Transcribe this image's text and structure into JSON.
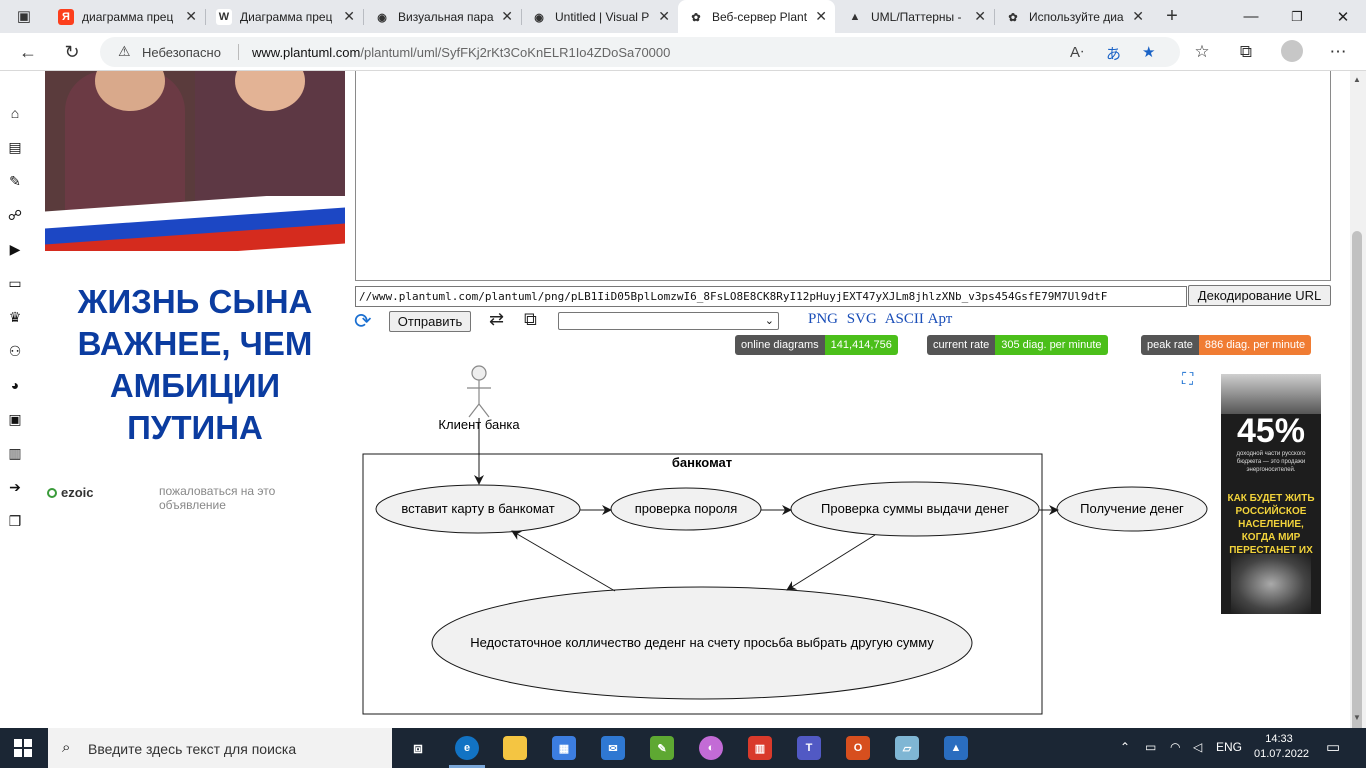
{
  "browser": {
    "tabs": [
      {
        "title": "диаграмма прец",
        "favicon": "yandex-icon",
        "color": "#fc3f1d",
        "glyph": "Я"
      },
      {
        "title": "Диаграмма прец",
        "favicon": "wikipedia-icon",
        "color": "#ffffff",
        "glyph": "W"
      },
      {
        "title": "Визуальная пара",
        "favicon": "visual-paradigm-icon",
        "color": "#e6e8ec",
        "glyph": "◉"
      },
      {
        "title": "Untitled | Visual P",
        "favicon": "visual-paradigm-icon",
        "color": "#e6e8ec",
        "glyph": "◉"
      },
      {
        "title": "Веб-сервер Plant",
        "favicon": "plantuml-icon",
        "color": "#ffffff",
        "glyph": "✿"
      },
      {
        "title": "UML/Паттерны -",
        "favicon": "google-drive-icon",
        "color": "#e6e8ec",
        "glyph": "▲"
      },
      {
        "title": "Используйте диа",
        "favicon": "plantuml-icon",
        "color": "#e6e8ec",
        "glyph": "✿"
      }
    ],
    "security_label": "Небезопасно",
    "url_host": "www.plantuml.com",
    "url_path": "/plantuml/uml/SyfFKj2rKt3CoKnELR1Io4ZDoSa70000"
  },
  "ad_left": {
    "headline": "ЖИЗНЬ СЫНА ВАЖНЕЕ, ЧЕМ АМБИЦИИ ПУТИНА",
    "brand": "ezoic",
    "report_label": "пожаловаться на это объявление",
    "flag_colors": [
      "#ffffff",
      "#1c47c4",
      "#d52b1e"
    ]
  },
  "editor": {
    "image_url": "//www.plantuml.com/plantuml/png/pLB1IiD05BplLomzwI6_8FsLO8E8CK8RyI12pHuyjEXT47yXJLm8jhlzXNb_v3ps454GsfE79M7Ul9dtF",
    "decode_button": "Декодирование URL",
    "submit_button": "Отправить",
    "format_links": [
      "PNG",
      "SVG",
      "ASCII Арт"
    ]
  },
  "stats": [
    {
      "label": "online diagrams",
      "value": "141,414,756",
      "color": "#4bbf1a"
    },
    {
      "label": "current rate",
      "value": "305 diag. per minute",
      "color": "#4bbf1a"
    },
    {
      "label": "peak rate",
      "value": "886 diag. per minute",
      "color": "#f07c33"
    }
  ],
  "diagram": {
    "actor": "Клиент банка",
    "system": "банкомат",
    "use_cases": {
      "insert_card": "вставит карту в банкомат",
      "check_password": "проверка пороля",
      "check_amount": "Проверка суммы выдачи денег",
      "receive_money": "Получение денег",
      "insufficient": "Недостаточное колличество деденг на счету просьба выбрать другую сумму"
    }
  },
  "ad_right": {
    "percent": "45%",
    "small_text": "доходной части русского бюджета — это продажи энергоносителей.",
    "question": "КАК БУДЕТ ЖИТЬ РОССИЙСКОЕ НАСЕЛЕНИЕ, КОГДА МИР ПЕРЕСТАНЕТ ИХ ПОКУПАТЬ?"
  },
  "taskbar": {
    "search_placeholder": "Введите здесь текст для поиска",
    "language": "ENG",
    "time": "14:33",
    "date": "01.07.2022"
  }
}
